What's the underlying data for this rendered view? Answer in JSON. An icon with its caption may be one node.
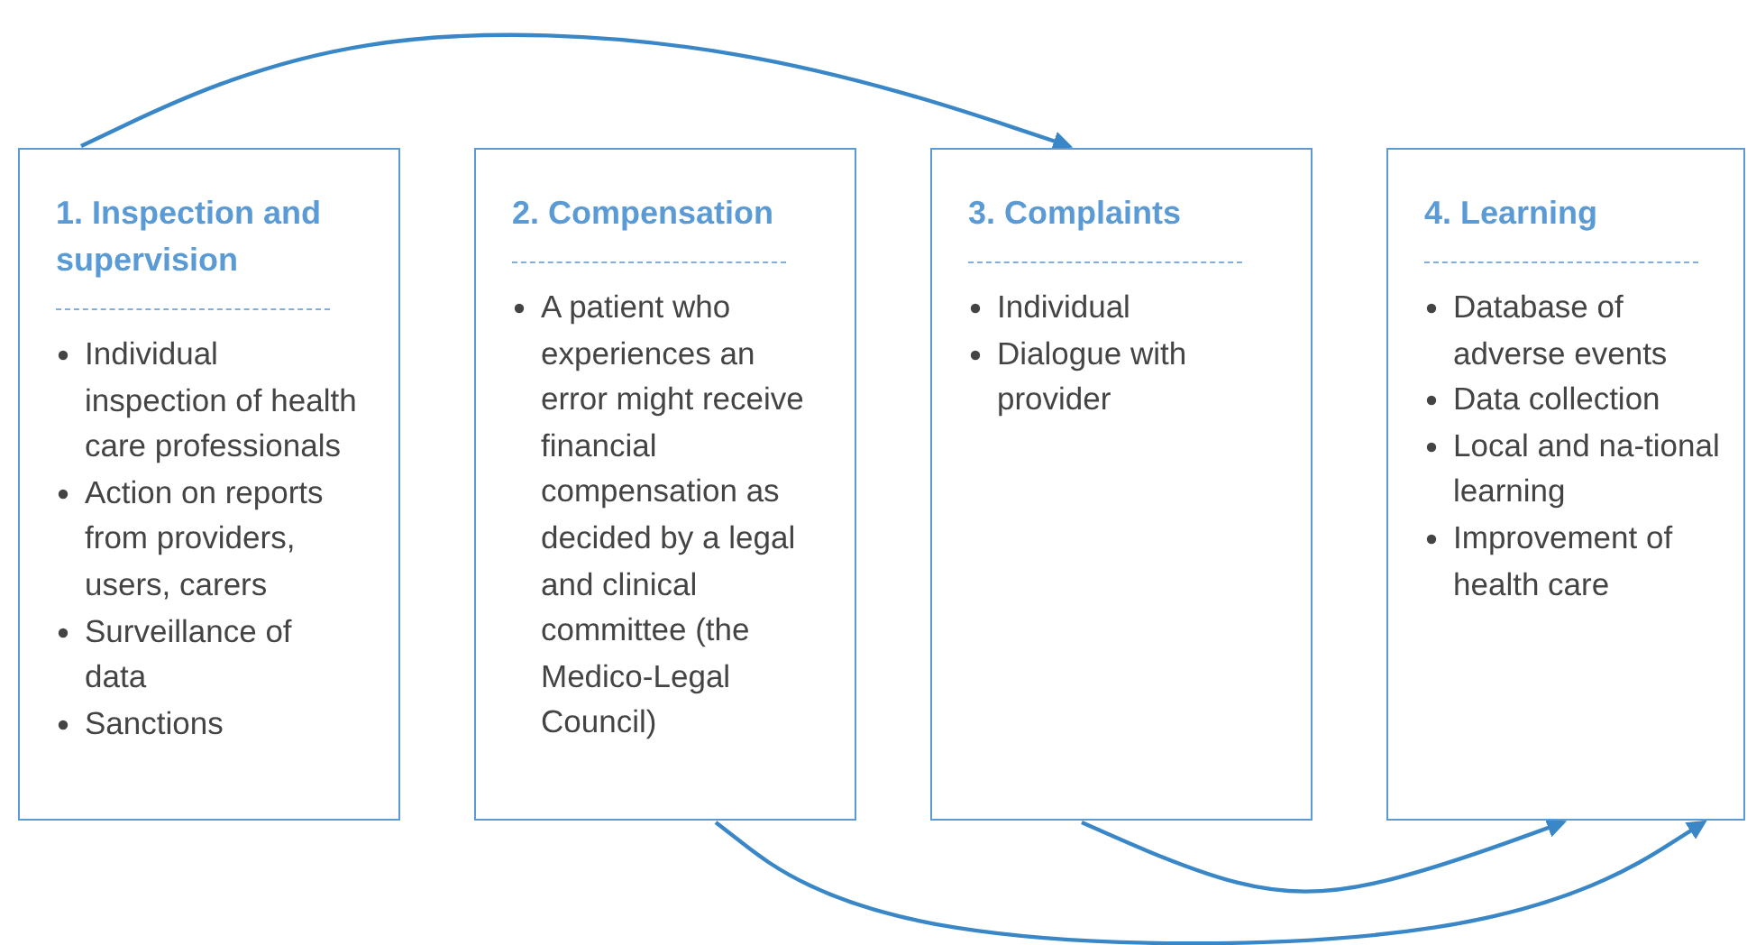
{
  "diagram": {
    "nodes": [
      {
        "text": [
          "1. Inspection and supervision",
          "Individual inspection of health care professionals",
          "Action on reports from providers, users, carers",
          "Surveillance of data",
          "Sanctions"
        ]
      },
      {
        "text": [
          "2. Compensation",
          "A patient who experiences an error might receive financial compensation as decided by a legal and clinical committee (the Medico-Legal Council)"
        ]
      },
      {
        "text": [
          "3. Complaints",
          "Individual",
          "Dialogue with provider"
        ]
      },
      {
        "text": [
          "4. Learning",
          "Database of adverse events",
          "Data collection",
          "Local and na-tional learning",
          "Improvement of health care"
        ]
      }
    ],
    "edges": [
      {
        "from": 0,
        "to": 2,
        "arrow": "to"
      },
      {
        "from": 2,
        "to": 3,
        "arrow": "to"
      },
      {
        "from": 1,
        "to": 3,
        "arrow": "to"
      }
    ]
  }
}
